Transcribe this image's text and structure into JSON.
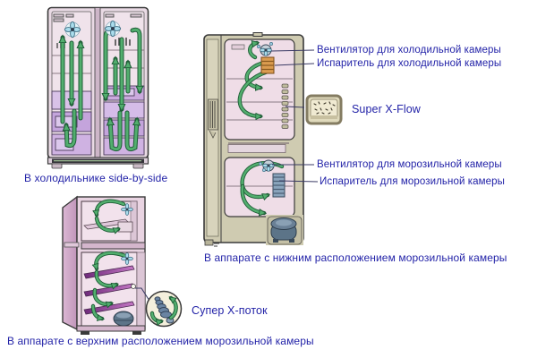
{
  "figures": {
    "side_by_side": {
      "caption": "В холодильнике side-by-side"
    },
    "bottom_freezer_layout": {
      "caption": "В аппарате с нижним расположением морозильной камеры",
      "callouts": [
        {
          "label": "Вентилятор для холодильной камеры"
        },
        {
          "label": "Испаритель для холодильной камеры"
        },
        {
          "label": "Super X-Flow"
        },
        {
          "label": "Вентилятор для морозильной камеры"
        },
        {
          "label": "Испаритель для морозильной камеры"
        }
      ]
    },
    "top_freezer_layout": {
      "caption": "В аппарате с верхним расположением морозильной камеры",
      "callouts": [
        {
          "label": "Супер X-поток"
        }
      ]
    }
  },
  "colors": {
    "label_text": "#2323a8",
    "arrow_green": "#52ae6e",
    "arrow_outline": "#1e5c36",
    "fridge_pink_body": "#e9dae4",
    "interior_pink": "#f2e2ec",
    "cabinet_tan": "#cfcbb1",
    "drawer_purple": "#c4a4dc",
    "shelf_magenta": "#8a3a92",
    "fan_blue": "#aadcec",
    "evaporator_orange": "#db9c50",
    "evaporator_blue": "#8aa4bc",
    "compressor_gray": "#5c7488",
    "background": "#ffffff"
  }
}
